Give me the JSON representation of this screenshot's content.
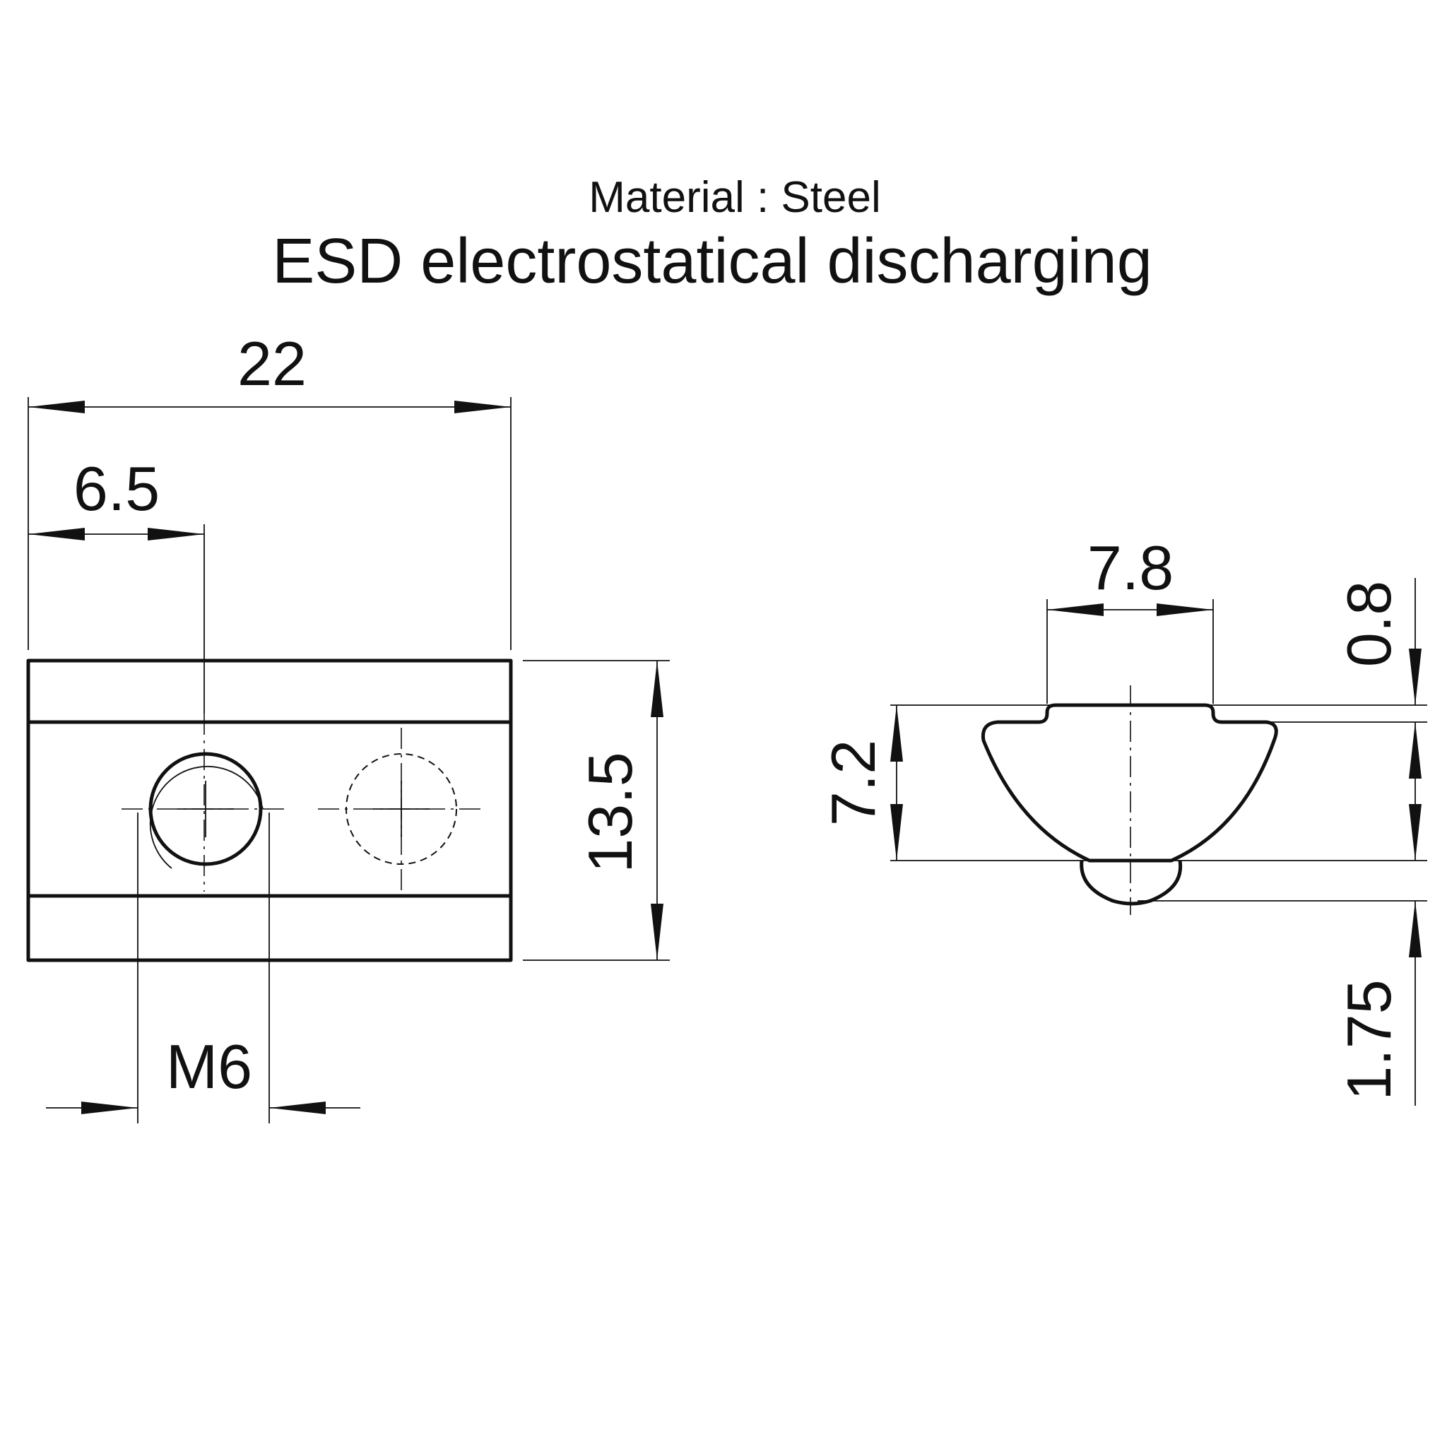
{
  "header": {
    "material": "Material : Steel",
    "subtitle": "ESD electrostatical discharging"
  },
  "front_view": {
    "overall_width": "22",
    "hole_offset": "6.5",
    "height": "13.5",
    "thread": "M6"
  },
  "side_view": {
    "top_width": "7.8",
    "body_height": "7.2",
    "top_step": "0.8",
    "spring_height": "1.75"
  }
}
